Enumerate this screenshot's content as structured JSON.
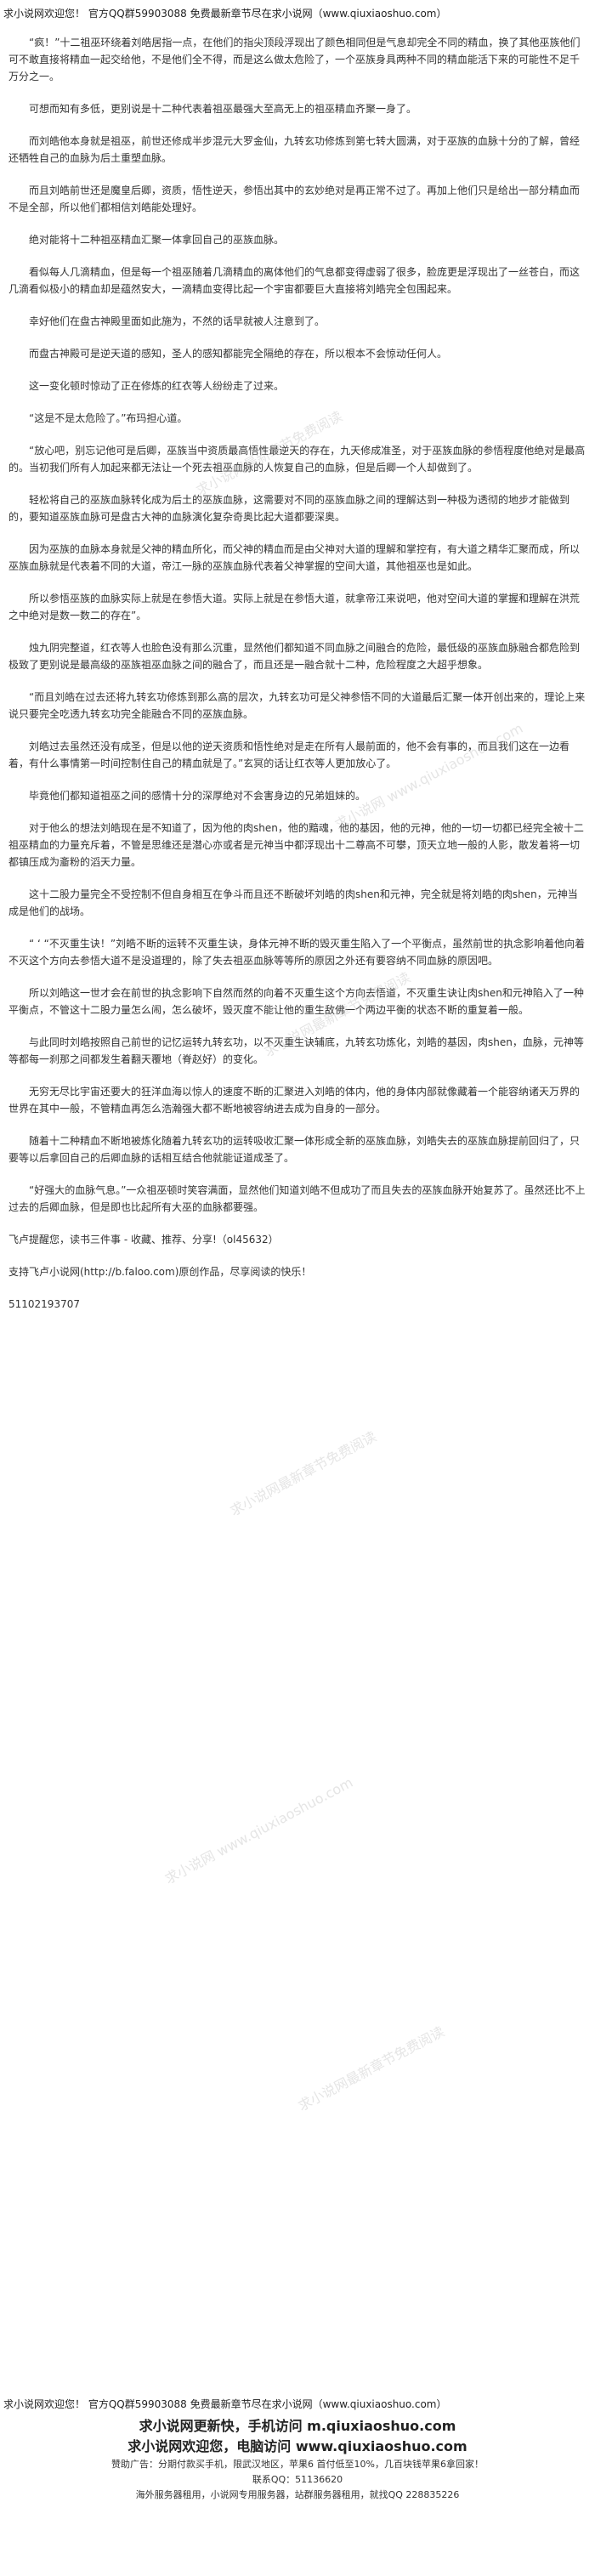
{
  "header": {
    "top_line": "求小说网欢迎您！ 官方QQ群59903088 免费最新章节尽在求小说网（www.qiuxiaoshuo.com）"
  },
  "paragraphs": [
    "“疯！”十二祖巫环绕着刘皓居指一点，在他们的指尖顶段浮现出了颜色相同但是气息却完全不同的精血，换了其他巫族他们可不敢直接将精血一起交给他，不是他们全不得，而是这么做太危险了，一个巫族身具两种不同的精血能活下来的可能性不足千万分之一。",
    "可想而知有多低，更别说是十二种代表着祖巫最强大至高无上的祖巫精血齐聚一身了。",
    "而刘皓他本身就是祖巫，前世还修成半步混元大罗金仙，九转玄功修炼到第七转大圆满，对于巫族的血脉十分的了解，曾经还牺牲自己的血脉为后土重塑血脉。",
    "而且刘皓前世还是魔皇后卿，资质，悟性逆天，参悟出其中的玄妙绝对是再正常不过了。再加上他们只是给出一部分精血而不是全部，所以他们都相信刘皓能处理好。",
    "绝对能将十二种祖巫精血汇聚一体拿回自己的巫族血脉。",
    "看似每人几滴精血，但是每一个祖巫随着几滴精血的离体他们的气息都变得虚弱了很多，脸庞更是浮现出了一丝苍白，而这几滴看似极小的精血却是蕴然安大，一滴精血变得比起一个宇宙都要巨大直接将刘皓完全包围起来。",
    "幸好他们在盘古神殿里面如此施为，不然的话早就被人注意到了。",
    "而盘古神殿可是逆天道的感知，圣人的感知都能完全隔绝的存在，所以根本不会惊动任何人。",
    "这一变化顿时惊动了正在修炼的红衣等人纷纷走了过来。",
    "“这是不是太危险了。”布玛担心道。",
    "“放心吧，别忘记他可是后卿，巫族当中资质最高悟性最逆天的存在，九天修成准圣，对于巫族血脉的参悟程度他绝对是最高的。当初我们所有人加起来都无法让一个死去祖巫血脉的人恢复自己的血脉，但是后卿一个人却做到了。",
    "轻松将自己的巫族血脉转化成为后土的巫族血脉，这需要对不同的巫族血脉之间的理解达到一种极为透彻的地步才能做到的，要知道巫族血脉可是盘古大神的血脉演化复杂奇奥比起大道都要深奥。",
    "因为巫族的血脉本身就是父神的精血所化，而父神的精血而是由父神对大道的理解和掌控有，有大道之精华汇聚而成，所以巫族血脉就是代表着不同的大道，帝江一脉的巫族血脉代表着父神掌握的空间大道，其他祖巫也是如此。",
    "所以参悟巫族的血脉实际上就是在参悟大道。实际上就是在参悟大道，就拿帝江来说吧，他对空间大道的掌握和理解在洪荒之中绝对是数一数二的存在”。",
    "烛九阴完整道，红衣等人也脸色没有那么沉重，显然他们都知道不同血脉之间融合的危险，最低级的巫族血脉融合都危险到极致了更别说是最高级的巫族祖巫血脉之间的融合了，而且还是一融合就十二种，危险程度之大超乎想象。",
    "“而且刘皓在过去还将九转玄功修炼到那么高的层次，九转玄功可是父神参悟不同的大道最后汇聚一体开创出来的，理论上来说只要完全吃透九转玄功完全能融合不同的巫族血脉。",
    "刘皓过去虽然还没有成圣，但是以他的逆天资质和悟性绝对是走在所有人最前面的，他不会有事的，而且我们这在一边看着，有什么事情第一时间控制住自己的精血就是了。”玄冥的话让红衣等人更加放心了。",
    "毕竟他们都知道祖巫之间的感情十分的深厚绝对不会害身边的兄弟姐妹的。",
    "对于他么的想法刘皓现在是不知道了，因为他的肉shen，他的黯魂，他的基因，他的元神，他的一切一切都已经完全被十二祖巫精血的力量充斥着，不管是思维还是潜心亦或者是元神当中都浮现出十二尊高不可攀，顶天立地一般的人影，散发着将一切都镇压成为齑粉的滔天力量。",
    "这十二股力量完全不受控制不但自身相互在争斗而且还不断破坏刘皓的肉shen和元神，完全就是将刘皓的肉shen，元神当成是他们的战场。",
    "“ ‘ “不灭重生诀！”刘皓不断的运转不灭重生诀，身体元神不断的毁灭重生陷入了一个平衡点，虽然前世的执念影响着他向着不灭这个方向去参悟大道不是没道理的，除了失去祖巫血脉等等所的原因之外还有要容纳不同血脉的原因吧。",
    "所以刘皓这一世才会在前世的执念影响下自然而然的向着不灭重生这个方向去悟道，不灭重生诀让肉shen和元神陷入了一种平衡点，不管这十二股力量怎么闹，怎么破坏，毁灭度不能让他的重生敌佛一个两边平衡的状态不断的重复着一般。",
    "与此同时刘皓按照自己前世的记忆运转九转玄功，以不灭重生诀辅底，九转玄功炼化，刘皓的基因，肉shen，血脉，元神等等都每一刹那之间都发生着翻天覆地（脊赵好）的变化。",
    "无穷无尽比宇宙还要大的狂洋血海以惊人的速度不断的汇聚进入刘皓的体内，他的身体内部就像藏着一个能容纳诸天万界的世界在其中一般，不管精血再怎么浩瀚强大都不断地被容纳进去成为自身的一部分。",
    "随着十二种精血不断地被炼化随着九转玄功的运转吸收汇聚一体形成全新的巫族血脉，刘皓失去的巫族血脉提前回归了，只要等以后拿回自己的后卿血脉的话相互结合他就能证道成圣了。",
    "“好强大的血脉气息。”一众祖巫顿时笑容满面，显然他们知道刘皓不但成功了而且失去的巫族血脉开始复苏了。虽然还比不上过去的后卿血脉，但是即也比起所有大巫的血脉都要强。",
    "飞卢提醒您，读书三件事 - 收藏、推荐、分享!（ol45632）",
    "支持飞卢小说网(http://b.faloo.com)原创作品，尽享阅读的快乐！",
    "51102193707"
  ],
  "footer": {
    "top_line": "求小说网欢迎您！ 官方QQ群59903088 免费最新章节尽在求小说网（www.qiuxiaoshuo.com）",
    "line1": "求小说网更新快，手机访问 m.qiuxiaoshuo.com",
    "line2": "求小说网欢迎您，电脑访问 www.qiuxiaoshuo.com",
    "line3": "赞助广告：分期付款买手机，限武汉地区，苹果6 首付低至10%，几百块钱苹果6拿回家！",
    "line4": "联系QQ：51136620",
    "line5": "海外服务器租用，小说网专用服务器，站群服务器租用，就找QQ 228835226"
  },
  "watermarks": [
    "求小说网最新章节免费阅读",
    "求小说网最新章节免费阅读",
    "求小说网最新章节免费阅读",
    "求小说网最新章节免费阅读",
    "求小说网 www.qiuxiaoshuo.com",
    "求小说网 www.qiuxiaoshuo.com"
  ]
}
